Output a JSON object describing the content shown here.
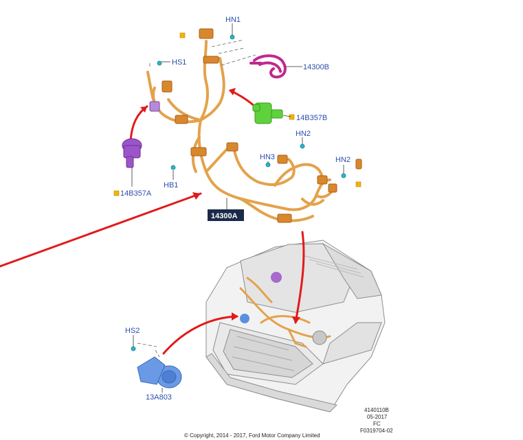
{
  "callouts": {
    "hn1": "HN1",
    "hs1": "HS1",
    "c14300b": "14300B",
    "c14b357b": "14B357B",
    "hn2_top": "HN2",
    "hn3": "HN3",
    "hn2_right": "HN2",
    "hb1": "HB1",
    "c14b357a": "14B357A",
    "c14300a": "14300A",
    "hs2": "HS2",
    "c13a803": "13A803"
  },
  "drawing_info": {
    "number": "4140110B",
    "date": "05-2017",
    "code": "FC",
    "figure_id": "F0319704-02"
  },
  "copyright": "© Copyright, 2014 - 2017, Ford Motor Company Limited",
  "colors": {
    "harness": "#e3a24a",
    "arrow": "#e21a1a",
    "callout_text": "#2b4ea8",
    "fastener": "#2bb6c9",
    "purple_part": "#9b55c9",
    "green_part": "#5fd13c",
    "magenta_part": "#c0288f",
    "blue_part": "#5b8fe0",
    "nut_square": "#f5b400",
    "label_box": "#1b2a49"
  }
}
